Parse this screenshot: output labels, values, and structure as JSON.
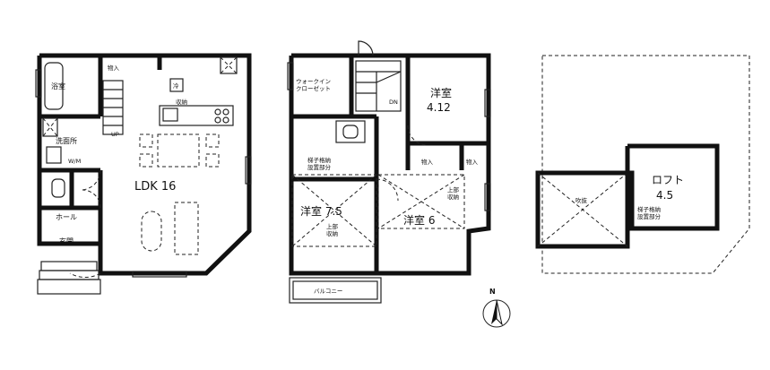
{
  "floor1": {
    "bath": "浴室",
    "closet_top": "物入",
    "washroom": "洗面所",
    "wm": "W/M",
    "hall": "ホール",
    "entrance": "玄関",
    "ldk": "LDK  16",
    "fridge": "冷",
    "kitchen": "収納",
    "up_mark": "UP"
  },
  "floor2": {
    "walkin": "ウォークイン\nクローゼット",
    "walkin_1": "ウォークイン",
    "walkin_2": "クローゼット",
    "room_412": "洋室",
    "room_412_size": "4.12",
    "stair_mark": "DN",
    "closet_a": "物入",
    "closet_b": "物入",
    "ladder_1": "梯子格納",
    "ladder_2": "設置部分",
    "room_75": "洋室  7.5",
    "room_75_note_1": "上部",
    "room_75_note_2": "収納",
    "room_6": "洋室  6",
    "room_6_note_1": "上部",
    "room_6_note_2": "収納",
    "balcony": "バルコニー"
  },
  "loft": {
    "title": "ロフト",
    "size": "4.5",
    "opening": "吹抜",
    "ladder_1": "梯子格納",
    "ladder_2": "設置部分"
  },
  "compass": {
    "north": "N"
  }
}
